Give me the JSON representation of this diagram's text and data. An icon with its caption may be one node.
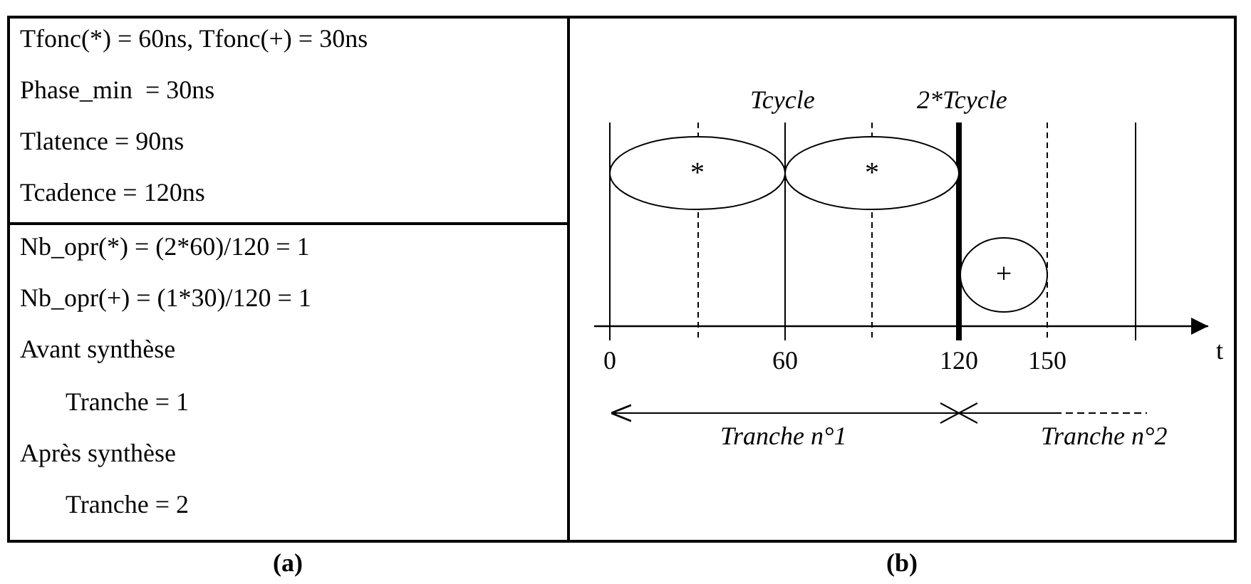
{
  "diagram": {
    "nodes": [
      {
        "text": [
          "*"
        ]
      },
      {
        "text": [
          "*"
        ]
      },
      {
        "text": [
          "+"
        ]
      }
    ],
    "labels": [
      "Tfonc(*) = 60ns, Tfonc(+) = 30ns",
      "Phase_min  = 30ns",
      "Tlatence = 90ns",
      "Tcadence = 120ns",
      "Nb_opr(*) = (2*60)/120 = 1",
      "Nb_opr(+) = (1*30)/120 = 1",
      "Avant synthèse",
      "Tranche = 1",
      "Après synthèse",
      "Tranche = 2",
      "Tcycle",
      "2*Tcycle",
      "0",
      "60",
      "120",
      "150",
      "t",
      "Tranche n°1",
      "Tranche n°2",
      "(a)",
      "(b)"
    ]
  }
}
